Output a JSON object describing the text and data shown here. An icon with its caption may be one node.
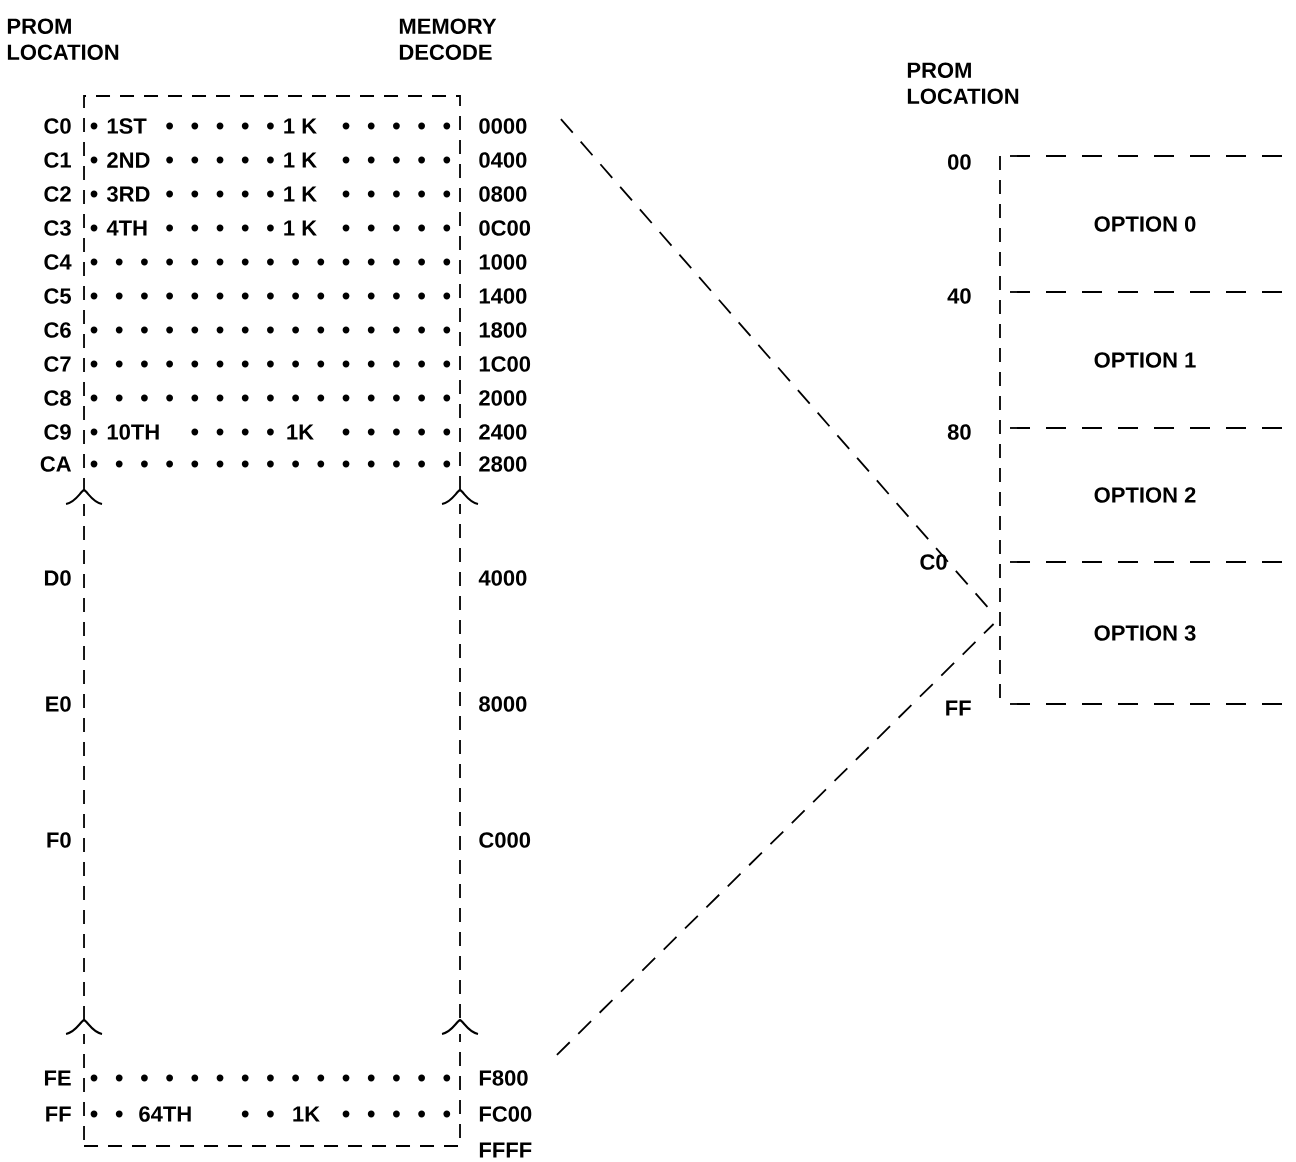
{
  "diagram": {
    "nodes": [
      {
        "text": [
          "1ST",
          "1 K",
          "2ND",
          "1 K",
          "3RD",
          "1 K",
          "4TH",
          "1 K",
          "10TH",
          "1K",
          "64TH",
          "1K"
        ],
        "beside": [
          "C0",
          "0000",
          "C1",
          "0400",
          "C2",
          "0800",
          "C3",
          "0C00",
          "C4",
          "1000",
          "C5",
          "1400",
          "C6",
          "1800",
          "C7",
          "1C00",
          "C8",
          "2000",
          "C9",
          "2400",
          "CA",
          "2800",
          "D0",
          "4000",
          "E0",
          "8000",
          "F0",
          "C000",
          "FE",
          "F800",
          "FF",
          "FC00",
          "FFFF"
        ]
      },
      {
        "text": [
          "OPTION 0"
        ]
      },
      {
        "text": [
          "OPTION 1"
        ]
      },
      {
        "text": [
          "OPTION 2"
        ]
      },
      {
        "text": [
          "OPTION 3"
        ]
      }
    ],
    "edges": [
      {
        "from": 0,
        "to": 4,
        "arrow": "none",
        "style": "dashed"
      },
      {
        "from": 0,
        "to": 4,
        "arrow": "none",
        "style": "dashed"
      }
    ],
    "labels": [
      "PROM LOCATION",
      "MEMORY DECODE",
      "PROM LOCATION",
      "00",
      "40",
      "80",
      "C0",
      "FF"
    ]
  }
}
